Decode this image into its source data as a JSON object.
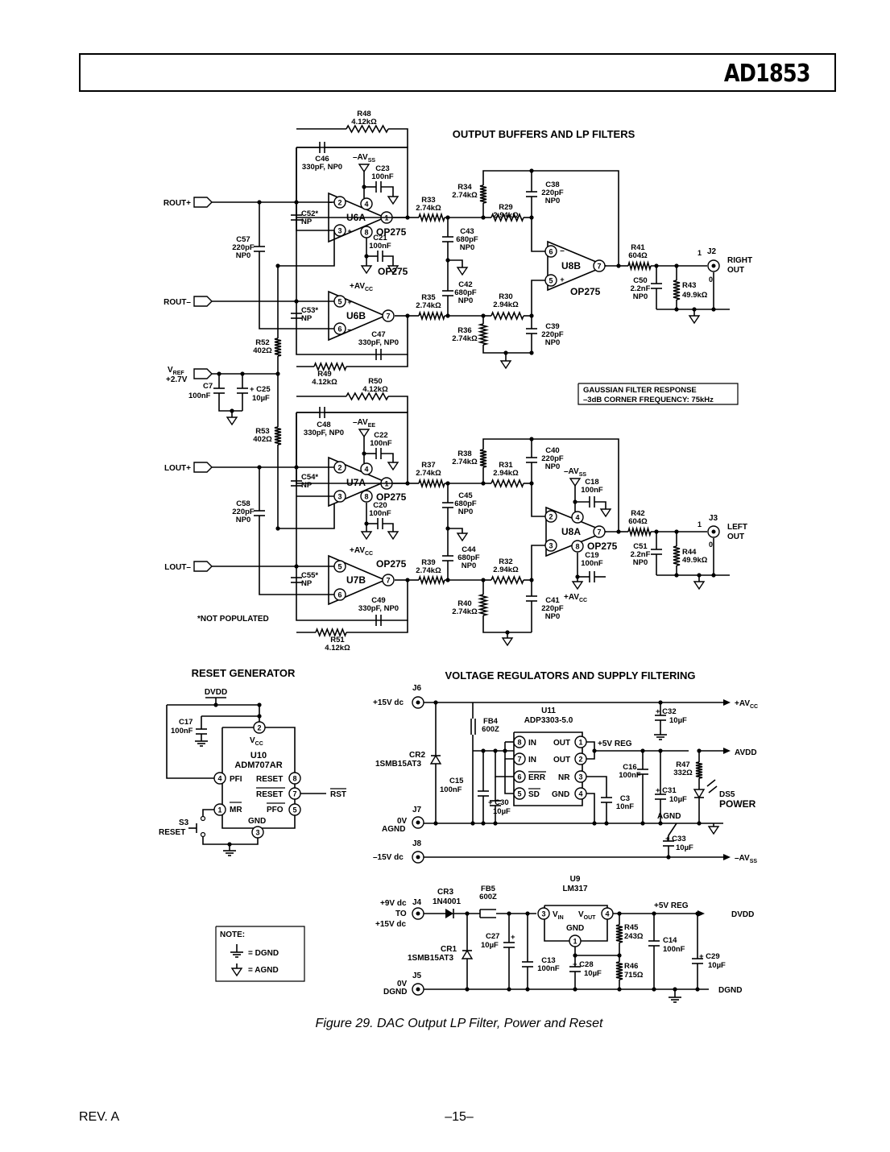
{
  "header": {
    "part_number": "AD1853"
  },
  "footer": {
    "revision": "REV. A",
    "page": "–15–"
  },
  "figure": {
    "caption": "Figure 29.  DAC Output LP Filter, Power and Reset"
  },
  "sections": {
    "output": "OUTPUT BUFFERS AND LP FILTERS",
    "reset": "RESET GENERATOR",
    "regulators": "VOLTAGE REGULATORS AND SUPPLY FILTERING"
  },
  "notes": {
    "gaussian_1": "GAUSSIAN FILTER RESPONSE",
    "gaussian_2": "–3dB CORNER FREQUENCY: 75kHz",
    "not_populated": "*NOT POPULATED",
    "note_title": "NOTE:",
    "note_dgnd": "= DGND",
    "note_agnd": "= AGND"
  },
  "signals": {
    "rout_p": "ROUT+",
    "rout_n": "ROUT–",
    "lout_p": "LOUT+",
    "lout_n": "LOUT–",
    "vref": "V",
    "vref_sub": "REF",
    "vref_val": "+2.7V",
    "right": "RIGHT",
    "left": "LEFT",
    "out": "OUT",
    "avss": "–AV",
    "avss_sub": "SS",
    "avee": "–AV",
    "avee_sub": "EE",
    "avcc": "+AV",
    "avcc_sub": "CC",
    "p15": "+15V dc",
    "m15": "–15V dc",
    "zero_v": "0V",
    "agnd": "AGND",
    "dgnd": "DGND",
    "avdd": "AVDD",
    "dvdd": "DVDD",
    "p5reg": "+5V REG",
    "p9": "+9V dc",
    "to": "TO",
    "power": "POWER",
    "rst": "RST",
    "reset": "RESET",
    "one": "1",
    "zero": "0"
  },
  "opamps": {
    "u6a": "U6A",
    "u6b": "U6B",
    "u7a": "U7A",
    "u7b": "U7B",
    "u8a": "U8A",
    "u8b": "U8B",
    "type": "OP275"
  },
  "components": {
    "r48": [
      "R48",
      "4.12kΩ"
    ],
    "r49": [
      "R49",
      "4.12kΩ"
    ],
    "r50": [
      "R50",
      "4.12kΩ"
    ],
    "r51": [
      "R51",
      "4.12kΩ"
    ],
    "r33": [
      "R33",
      "2.74kΩ"
    ],
    "r35": [
      "R35",
      "2.74kΩ"
    ],
    "r37": [
      "R37",
      "2.74kΩ"
    ],
    "r39": [
      "R39",
      "2.74kΩ"
    ],
    "r34": [
      "R34",
      "2.74kΩ"
    ],
    "r36": [
      "R36",
      "2.74kΩ"
    ],
    "r38": [
      "R38",
      "2.74kΩ"
    ],
    "r40": [
      "R40",
      "2.74kΩ"
    ],
    "r29": [
      "R29",
      "2.94kΩ"
    ],
    "r30": [
      "R30",
      "2.94kΩ"
    ],
    "r31": [
      "R31",
      "2.94kΩ"
    ],
    "r32": [
      "R32",
      "2.94kΩ"
    ],
    "r41": [
      "R41",
      "604Ω"
    ],
    "r42": [
      "R42",
      "604Ω"
    ],
    "r43": [
      "R43",
      "49.9kΩ"
    ],
    "r44": [
      "R44",
      "49.9kΩ"
    ],
    "r52": [
      "R52",
      "402Ω"
    ],
    "r53": [
      "R53",
      "402Ω"
    ],
    "c46": [
      "C46",
      "330pF, NP0"
    ],
    "c47": [
      "C47",
      "330pF, NP0"
    ],
    "c48": [
      "C48",
      "330pF, NP0"
    ],
    "c49": [
      "C49",
      "330pF, NP0"
    ],
    "c52": [
      "C52*",
      "NP"
    ],
    "c53": [
      "C53*",
      "NP"
    ],
    "c54": [
      "C54*",
      "NP"
    ],
    "c55": [
      "C55*",
      "NP"
    ],
    "c57": [
      "C57",
      "220pF",
      "NP0"
    ],
    "c58": [
      "C58",
      "220pF",
      "NP0"
    ],
    "c23": [
      "C23",
      "100nF"
    ],
    "c21": [
      "C21",
      "100nF"
    ],
    "c22": [
      "C22",
      "100nF"
    ],
    "c20": [
      "C20",
      "100nF"
    ],
    "c43": [
      "C43",
      "680pF",
      "NP0"
    ],
    "c42": [
      "C42",
      "680pF",
      "NP0"
    ],
    "c45": [
      "C45",
      "680pF",
      "NP0"
    ],
    "c44": [
      "C44",
      "680pF",
      "NP0"
    ],
    "c38": [
      "C38",
      "220pF",
      "NP0"
    ],
    "c39": [
      "C39",
      "220pF",
      "NP0"
    ],
    "c40": [
      "C40",
      "220pF",
      "NP0"
    ],
    "c41": [
      "C41",
      "220pF",
      "NP0"
    ],
    "c50": [
      "C50",
      "2.2nF",
      "NP0"
    ],
    "c51": [
      "C51",
      "2.2nF",
      "NP0"
    ],
    "c18": [
      "C18",
      "100nF"
    ],
    "c19": [
      "C19",
      "100nF"
    ],
    "c7": [
      "C7",
      "100nF"
    ],
    "c25": [
      "C25",
      "10µF"
    ],
    "c17": [
      "C17",
      "100nF"
    ],
    "c32": [
      "C32",
      "10µF"
    ],
    "c15": [
      "C15",
      "100nF"
    ],
    "c30": [
      "C30",
      "10µF"
    ],
    "c3": [
      "C3",
      "10nF"
    ],
    "c16": [
      "C16",
      "100nF"
    ],
    "c31": [
      "C31",
      "10µF"
    ],
    "c33": [
      "C33",
      "10µF"
    ],
    "r47": [
      "R47",
      "332Ω"
    ],
    "c27": [
      "C27",
      "10µF"
    ],
    "c13": [
      "C13",
      "100nF"
    ],
    "c28": [
      "C28",
      "10µF"
    ],
    "r45": [
      "R45",
      "243Ω"
    ],
    "r46": [
      "R46",
      "715Ω"
    ],
    "c14": [
      "C14",
      "100nF"
    ],
    "c29": [
      "C29",
      "10µF"
    ],
    "fb4": [
      "FB4",
      "600Z"
    ],
    "fb5": [
      "FB5",
      "600Z"
    ],
    "cr2": [
      "CR2",
      "1SMB15AT3"
    ],
    "cr1": [
      "CR1",
      "1SMB15AT3"
    ],
    "cr3": [
      "CR3",
      "1N4001"
    ],
    "ds5": "DS5",
    "s3": "S3",
    "j2": "J2",
    "j3": "J3",
    "j4": "J4",
    "j5": "J5",
    "j6": "J6",
    "j7": "J7",
    "j8": "J8"
  },
  "ics": {
    "u10": {
      "ref": "U10",
      "part": "ADM707AR",
      "vcc": "V",
      "vcc_sub": "CC",
      "pfi": "PFI",
      "mr": "MR",
      "gnd": "GND",
      "reset": "RESET",
      "reset_n": "RESET",
      "pfo": "PFO"
    },
    "u11": {
      "ref": "U11",
      "part": "ADP3303-5.0",
      "in": "IN",
      "out": "OUT",
      "err": "ERR",
      "sd": "SD",
      "nr": "NR",
      "gnd": "GND"
    },
    "u9": {
      "ref": "U9",
      "part": "LM317",
      "vin": "V",
      "vin_sub": "IN",
      "vout": "V",
      "vout_sub": "OUT",
      "gnd": "GND"
    }
  }
}
